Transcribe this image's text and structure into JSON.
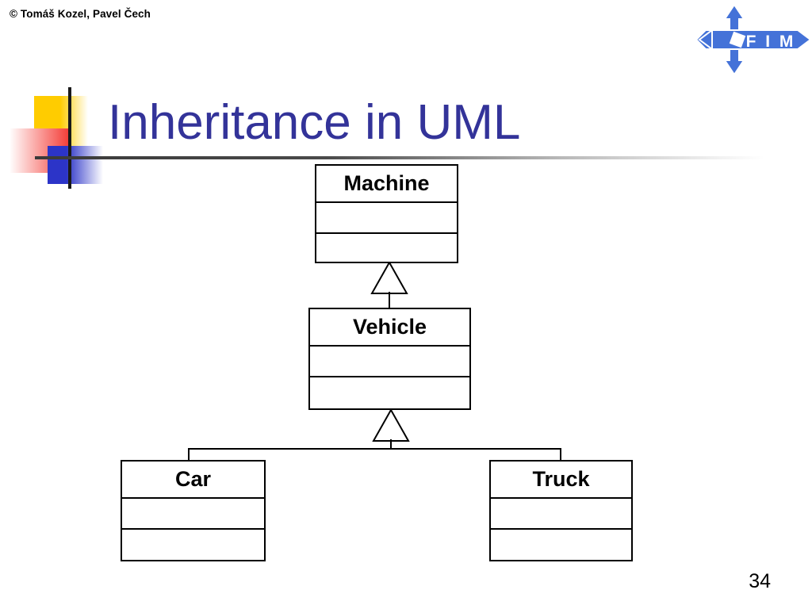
{
  "slide": {
    "copyright": "© Tomáš Kozel, Pavel Čech",
    "title": "Inheritance in UML",
    "page_number": "34",
    "logo_text": "F I M",
    "colors": {
      "title": "#333399",
      "logo_blue": "#4472D8",
      "deco_yellow": "#FFCC00",
      "deco_red": "#F4352F",
      "deco_blue": "#2C34C8",
      "line": "#000000",
      "background": "#FFFFFF"
    }
  },
  "diagram": {
    "type": "uml-class-diagram",
    "relationship": "generalization",
    "classes": [
      {
        "id": "machine",
        "name": "Machine",
        "attributes": [],
        "operations": []
      },
      {
        "id": "vehicle",
        "name": "Vehicle",
        "attributes": [],
        "operations": []
      },
      {
        "id": "car",
        "name": "Car",
        "attributes": [],
        "operations": []
      },
      {
        "id": "truck",
        "name": "Truck",
        "attributes": [],
        "operations": []
      }
    ],
    "generalizations": [
      {
        "child": "vehicle",
        "parent": "machine"
      },
      {
        "child": "car",
        "parent": "vehicle"
      },
      {
        "child": "truck",
        "parent": "vehicle"
      }
    ]
  }
}
